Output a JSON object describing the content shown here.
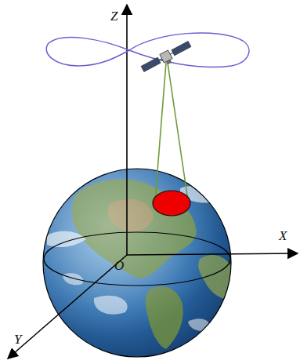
{
  "diagram": {
    "labels": [
      "Z",
      "X",
      "O",
      "Y"
    ]
  }
}
